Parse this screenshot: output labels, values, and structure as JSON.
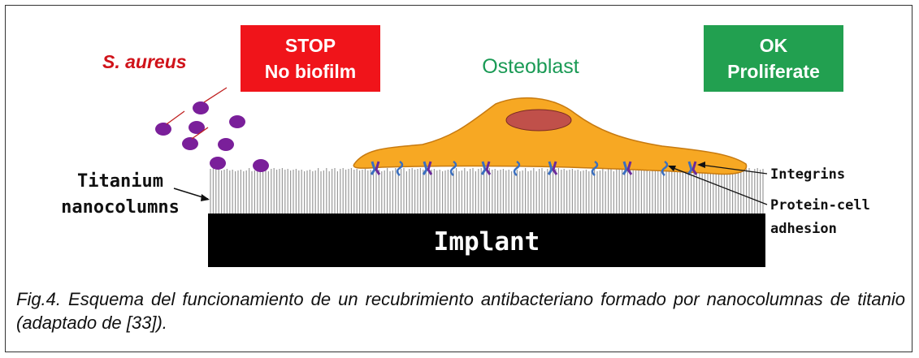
{
  "diagram": {
    "bacteria_label": "S. aureus",
    "stop_sign": {
      "line1": "STOP",
      "line2": "No biofilm",
      "color": "#f0141a"
    },
    "cell_label": "Osteoblast",
    "ok_sign": {
      "line1": "OK",
      "line2": "Proliferate",
      "color": "#22a050"
    },
    "nanocolumns_label": {
      "line1": "Titanium",
      "line2": "nanocolumns"
    },
    "implant_label": "Implant",
    "integrins_label": "Integrins",
    "adhesion_label": {
      "line1": "Protein-cell",
      "line2": "adhesion"
    },
    "colors": {
      "bacteria": "#7a1f9a",
      "cell_body": "#f7a823",
      "nucleus": "#c0504a",
      "implant": "#000000",
      "label_red": "#d0131a",
      "label_green": "#1a9a55"
    }
  },
  "caption": {
    "text": "Fig.4. Esquema del funcionamiento de un recubrimiento antibacteriano formado por nanocolumnas de titanio (adaptado de [33])."
  }
}
